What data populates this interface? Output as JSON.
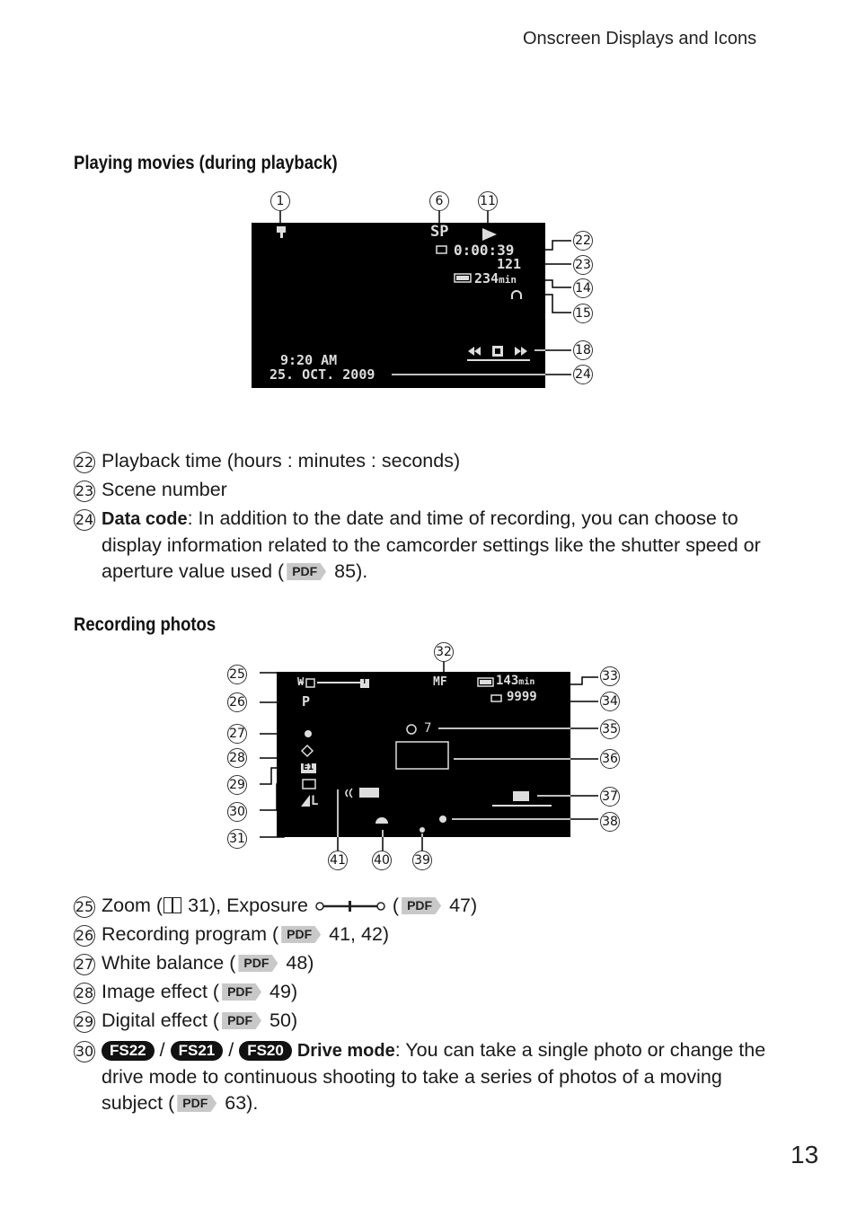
{
  "header": "Onscreen Displays and Icons",
  "section_playback": "Playing movies (during playback)",
  "playback_screen": {
    "format": "SP",
    "time": "0:00:39",
    "scene": "121",
    "battery": "234",
    "battery_unit": "min",
    "clock": "9:20 AM",
    "date": "25. OCT. 2009",
    "callouts": [
      "1",
      "6",
      "11",
      "22",
      "23",
      "14",
      "15",
      "18",
      "24"
    ]
  },
  "playback_items": [
    {
      "num": "22",
      "text": "Playback time (hours : minutes : seconds)"
    },
    {
      "num": "23",
      "text": "Scene number"
    },
    {
      "num": "24",
      "bold": "Data code",
      "text": ": In addition to the date and time of recording, you can choose to display information related to the camcorder settings like the shutter speed or aperture value used (",
      "pdf": "PDF",
      "ref": " 85)."
    }
  ],
  "section_photos": "Recording photos",
  "photo_screen": {
    "zoom_w": "W",
    "zoom_t": "T",
    "focus": "MF",
    "battery": "143",
    "battery_unit": "min",
    "photos": "9999",
    "program": "P",
    "timer": "7",
    "effect": "E1",
    "quality": "L",
    "callouts": [
      "25",
      "26",
      "27",
      "28",
      "29",
      "30",
      "31",
      "32",
      "33",
      "34",
      "35",
      "36",
      "37",
      "38",
      "39",
      "40",
      "41"
    ]
  },
  "photo_items": [
    {
      "num": "25",
      "text": "Zoom (",
      "ref1": " 31), Exposure",
      "pdf": "PDF",
      "ref": " 47)"
    },
    {
      "num": "26",
      "text": "Recording program (",
      "pdf": "PDF",
      "ref": " 41, 42)"
    },
    {
      "num": "27",
      "text": "White balance (",
      "pdf": "PDF",
      "ref": " 48)"
    },
    {
      "num": "28",
      "text": "Image effect (",
      "pdf": "PDF",
      "ref": " 49)"
    },
    {
      "num": "29",
      "text": "Digital effect (",
      "pdf": "PDF",
      "ref": " 50)"
    },
    {
      "num": "30",
      "fs1": "FS22",
      "fs2": "FS21",
      "fs3": "FS20",
      "sep": "/",
      "bold": "Drive mode",
      "text": ": You can take a single photo or change the drive mode to continuous shooting to take a series of photos of a moving subject (",
      "pdf": "PDF",
      "ref": " 63)."
    }
  ],
  "page_number": "13"
}
